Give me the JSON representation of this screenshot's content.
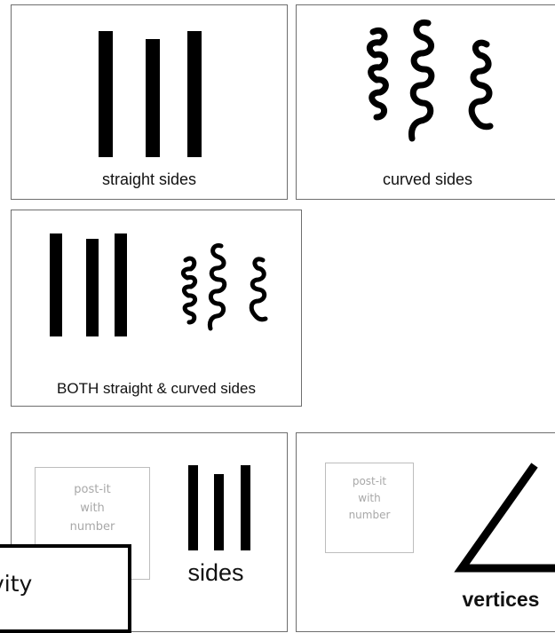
{
  "cards": {
    "straight": {
      "caption": "straight sides"
    },
    "curved": {
      "caption": "curved sides"
    },
    "both": {
      "caption": "BOTH straight & curved sides"
    },
    "sides": {
      "postit_lines": [
        "post-it",
        "with",
        "number"
      ],
      "caption": "sides"
    },
    "vertices": {
      "postit_lines": [
        "post-it",
        "with",
        "number"
      ],
      "caption": "vertices"
    }
  },
  "overlay": {
    "text": "vity"
  },
  "colors": {
    "ink": "#000000",
    "card_border": "#6e6e6e",
    "postit_border": "#bdbdbd",
    "postit_text": "#a8a8a8"
  },
  "icons": [
    "straight-lines-icon",
    "curly-lines-icon",
    "angle-icon"
  ]
}
